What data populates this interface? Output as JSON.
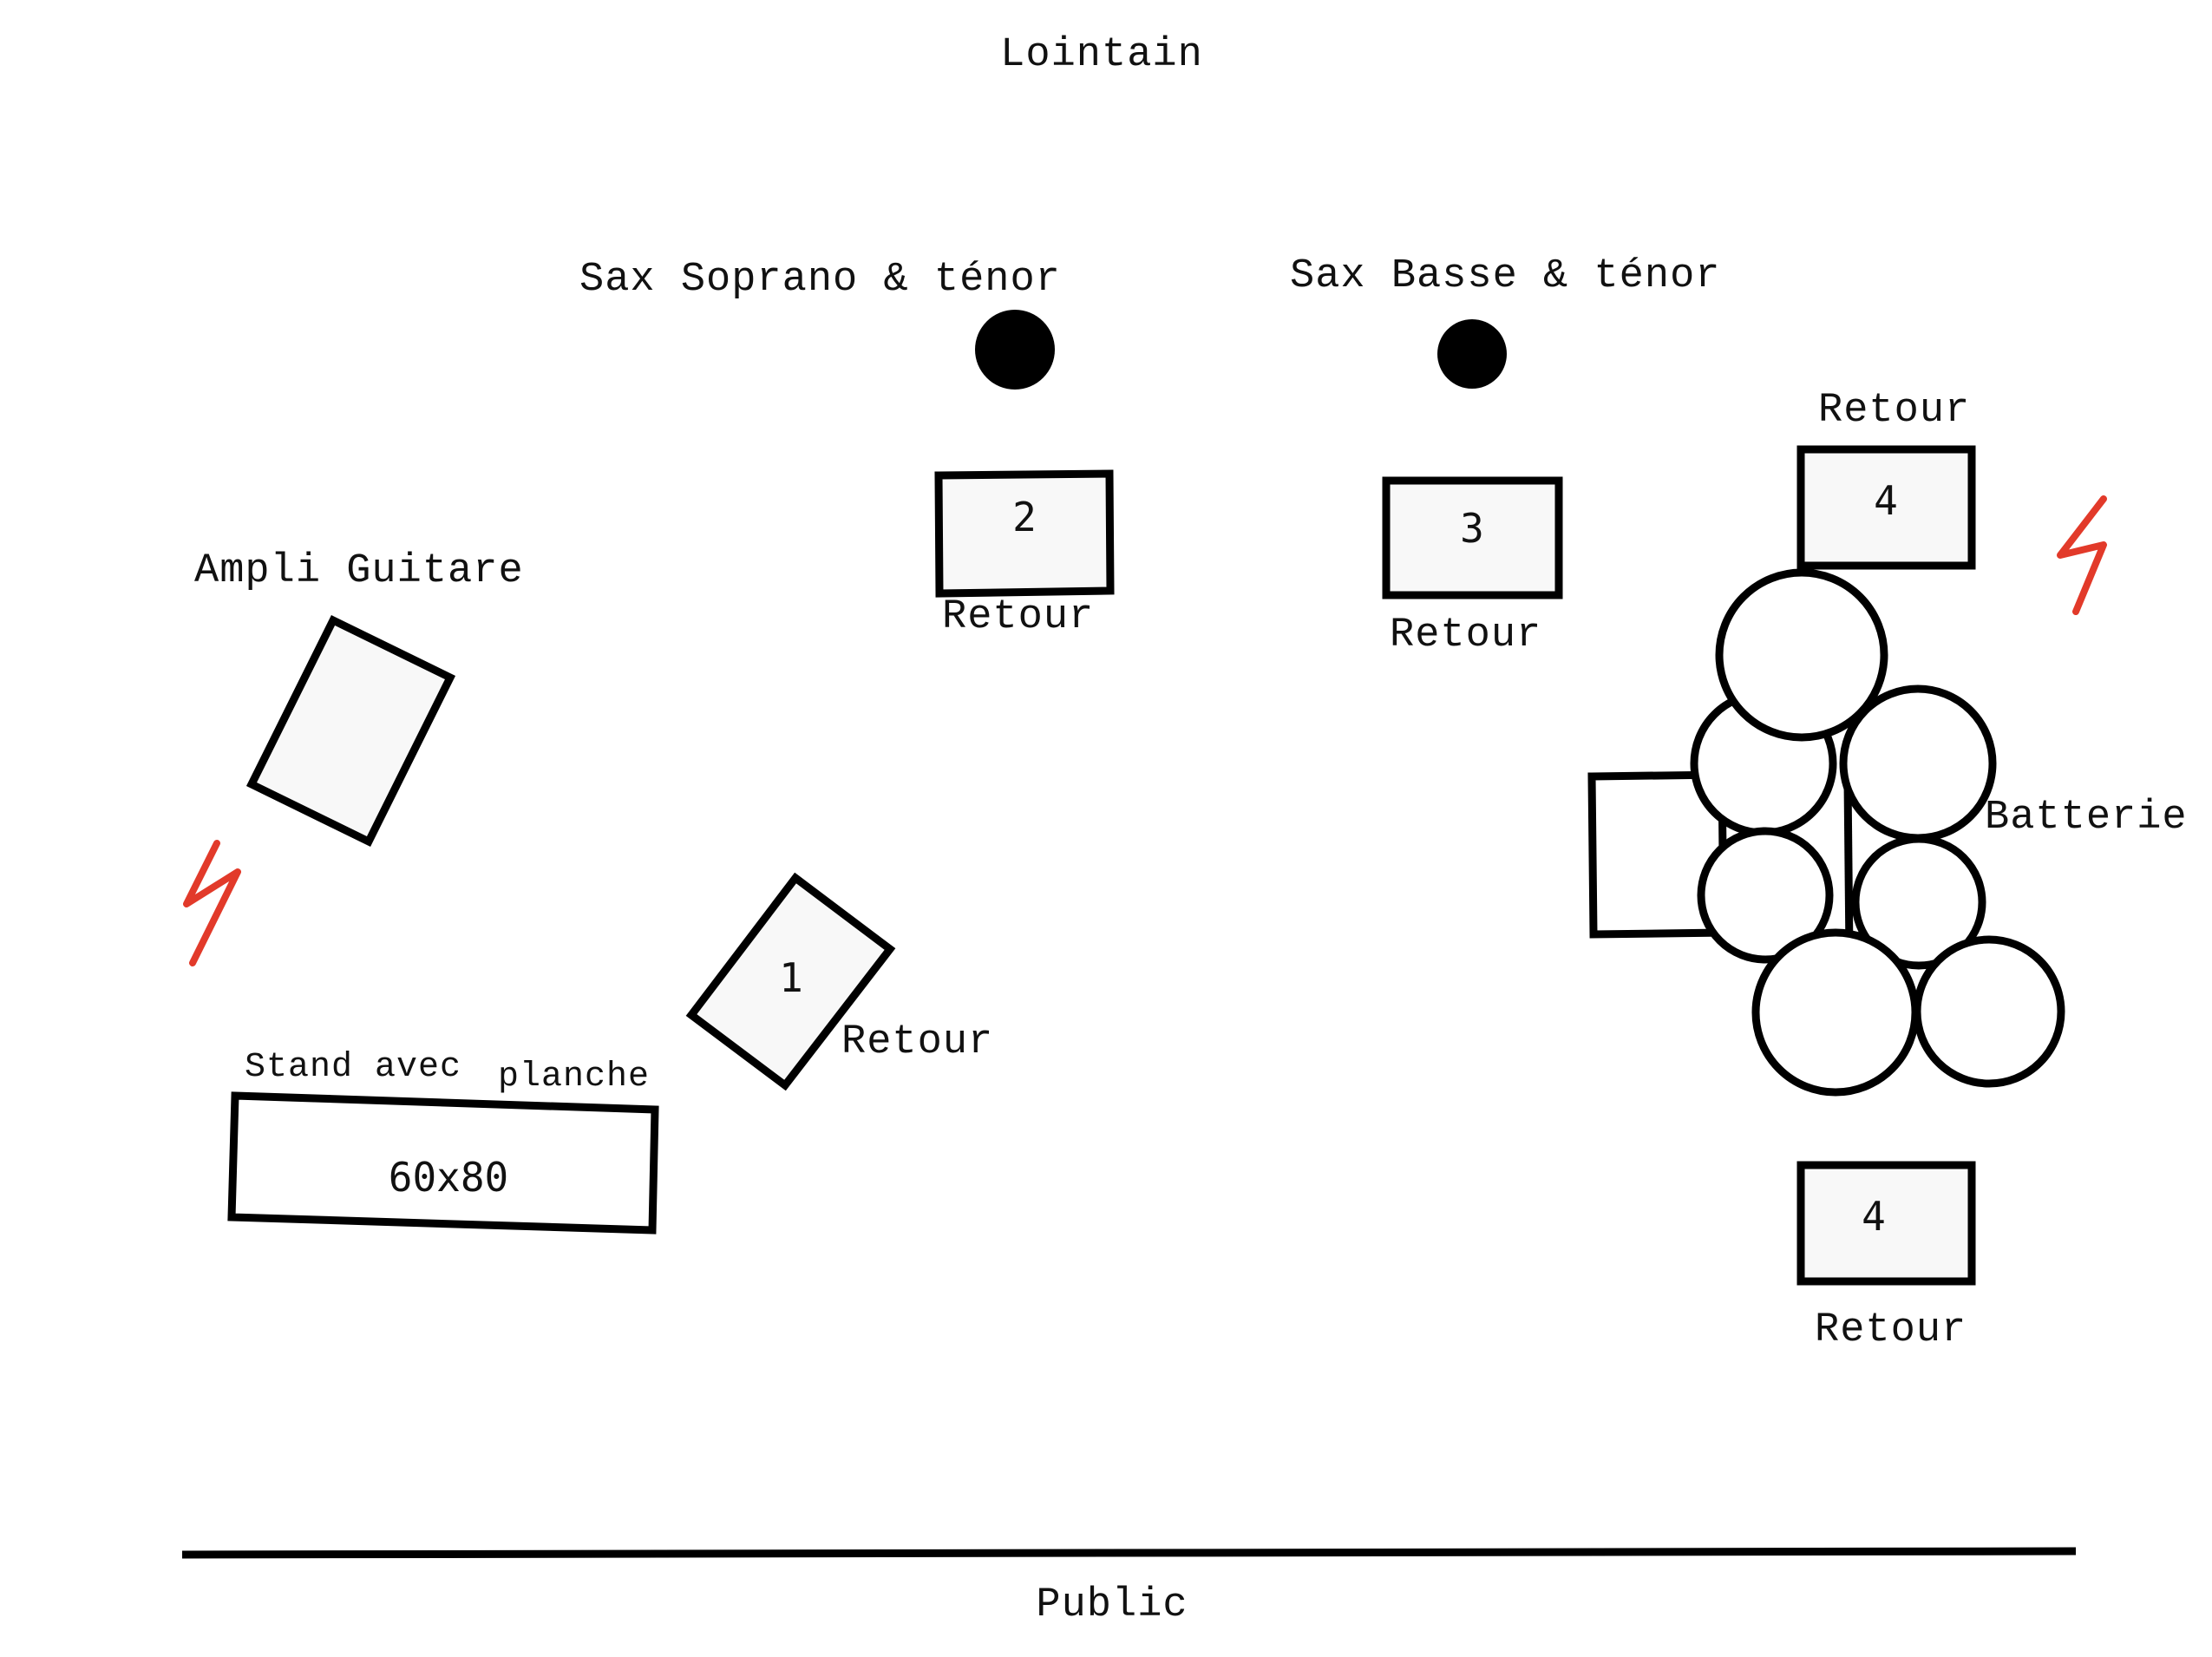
{
  "labels": {
    "lointain": "Lointain",
    "public": "Public",
    "sax_soprano": "Sax Soprano & ténor",
    "sax_basse": "Sax Basse & ténor",
    "ampli_guitare": "Ampli Guitare",
    "stand_avec": "Stand avec",
    "planche": "planche",
    "stand_size": "60x80",
    "batterie": "Batterie",
    "retour_1": "Retour",
    "retour_2": "Retour",
    "retour_3": "Retour",
    "retour_4_top": "Retour",
    "retour_4_bottom": "Retour"
  },
  "monitors": {
    "m1": "1",
    "m2": "2",
    "m3": "3",
    "m4_top": "4",
    "m4_bottom": "4"
  },
  "colors": {
    "outline": "#000000",
    "box_fill": "#f8f8f8",
    "power_symbol": "#e23a2a"
  },
  "icons": {
    "power": "power-outlet-icon",
    "microphone": "mic-position-icon"
  }
}
